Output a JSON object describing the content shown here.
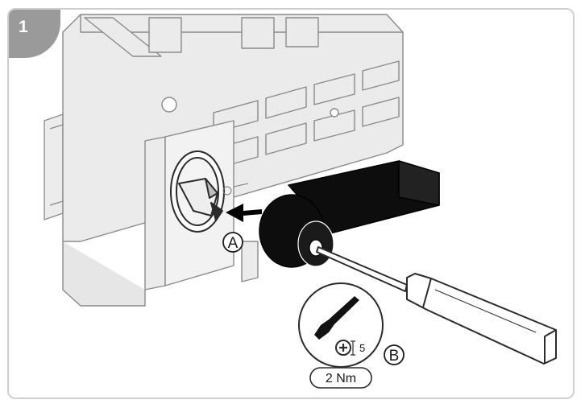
{
  "step": {
    "number": "1"
  },
  "callouts": {
    "a": "A",
    "b": "B"
  },
  "screwdriver_tip": {
    "size": "5"
  },
  "torque": {
    "label": "2 Nm"
  },
  "colors": {
    "step_tab": "#9a9a9a",
    "frame": "#cfcfcf",
    "line": "#2b2b2b",
    "device": "#e9e9e9",
    "handle": "#111111"
  }
}
